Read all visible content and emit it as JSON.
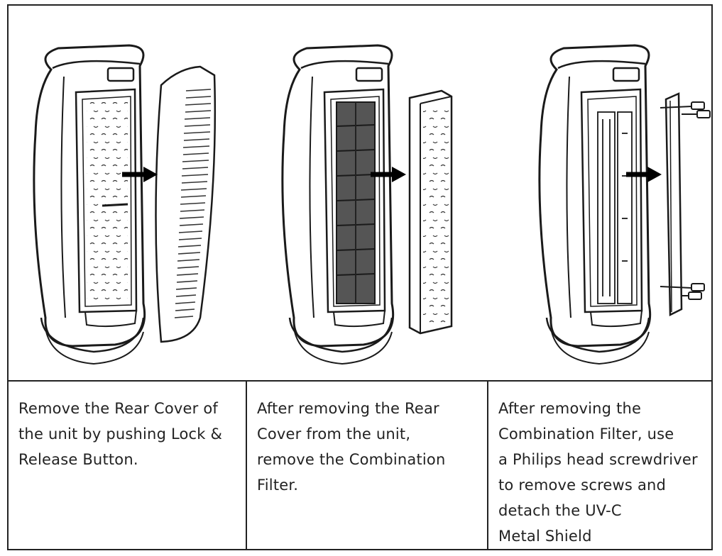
{
  "steps": [
    {
      "text_lines": [
        "Remove the Rear Cover of",
        "the unit by pushing Lock &",
        "Release Button."
      ],
      "illustration": "air-purifier-rear-cover-removal"
    },
    {
      "text_lines": [
        "After removing the Rear",
        "Cover from the unit,",
        "remove the Combination",
        "Filter."
      ],
      "illustration": "air-purifier-filter-removal"
    },
    {
      "text_lines": [
        "After removing the",
        "Combination Filter, use",
        "a Philips head screwdriver",
        "to remove screws and",
        "detach the UV-C",
        "Metal Shield"
      ],
      "illustration": "air-purifier-uv-shield-removal"
    }
  ],
  "colors": {
    "line": "#1a1a1a",
    "border": "#222222",
    "background": "#ffffff"
  }
}
